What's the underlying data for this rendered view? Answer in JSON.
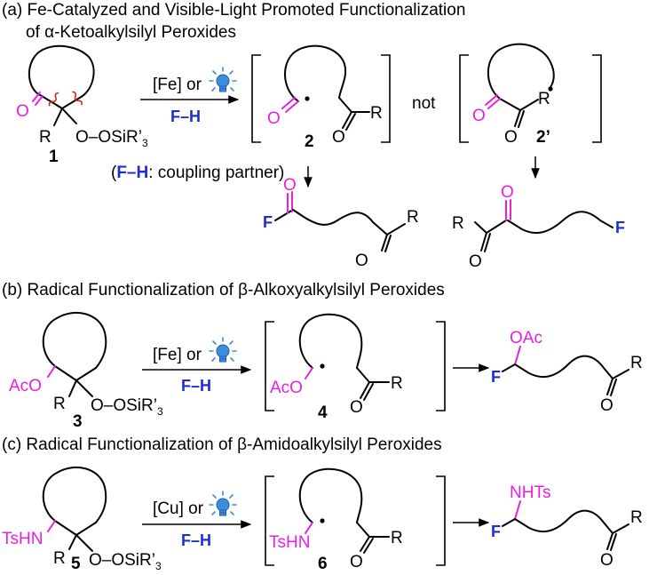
{
  "colors": {
    "magenta": "#e91ee0",
    "blue": "#1d2fcf",
    "red": "#d9241c",
    "bulb": "#3b8de0"
  },
  "section_a": {
    "title_line1": "(a) Fe-Catalyzed and Visible-Light Promoted Functionalization",
    "title_line2": "of α-Ketoalkylsilyl Peroxides",
    "compound": "1",
    "substituent_r": "R",
    "peroxide": "O–OSiR’",
    "peroxide_sub": "3",
    "carbonyl_o": "O",
    "reagent_prefix": "[Fe] or",
    "partner": "F–H",
    "note_open": "(",
    "note_partner": "F–H",
    "note_rest": ": coupling partner)",
    "int_2": "2",
    "int_2_o": "O",
    "int_2_ketone_o": "O",
    "int_2_r": "R",
    "not": "not",
    "int_2p": "2’",
    "int_2p_o": "O",
    "int_2p_ketone_o": "O",
    "int_2p_r": "R",
    "prod_left_f": "F",
    "prod_left_o1": "O",
    "prod_left_o2": "O",
    "prod_left_r": "R",
    "prod_right_r": "R",
    "prod_right_o1": "O",
    "prod_right_o2": "O",
    "prod_right_f": "F"
  },
  "section_b": {
    "title": "(b) Radical Functionalization of β-Alkoxyalkylsilyl Peroxides",
    "compound": "3",
    "aco": "AcO",
    "substituent_r": "R",
    "peroxide": "O–OSiR’",
    "peroxide_sub": "3",
    "reagent_prefix": "[Fe] or",
    "partner": "F–H",
    "int": "4",
    "int_aco": "AcO",
    "int_o": "O",
    "int_r": "R",
    "prod_oac": "OAc",
    "prod_f": "F",
    "prod_o": "O",
    "prod_r": "R"
  },
  "section_c": {
    "title": "(c) Radical Functionalization of β-Amidoalkylsilyl Peroxides",
    "compound": "5",
    "tshn": "TsHN",
    "substituent_r": "R",
    "peroxide": "O–OSiR’",
    "peroxide_sub": "3",
    "reagent_prefix": "[Cu] or",
    "partner": "F–H",
    "int": "6",
    "int_tshn": "TsHN",
    "int_o": "O",
    "int_r": "R",
    "prod_nhts": "NHTs",
    "prod_f": "F",
    "prod_o": "O",
    "prod_r": "R"
  }
}
